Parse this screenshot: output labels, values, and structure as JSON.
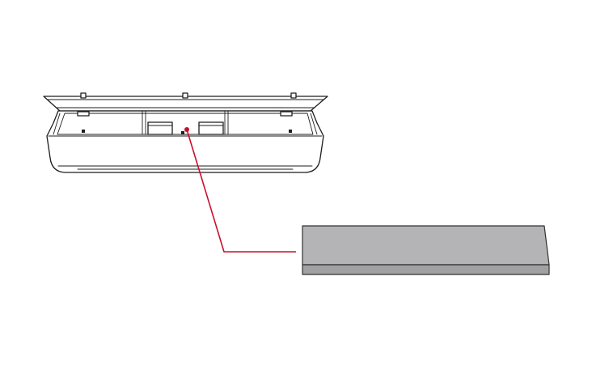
{
  "diagram": {
    "colors": {
      "line": "#1e1e1e",
      "leader": "#c8102e",
      "filter_top": "#b4b4b6",
      "filter_side": "#a1a1a3",
      "filter_edge": "#323232",
      "background": "#ffffff"
    },
    "parts": [
      {
        "name": "indoor-unit",
        "shown": true
      },
      {
        "name": "front-panel-open",
        "shown": true
      },
      {
        "name": "filter-slots",
        "shown": true
      },
      {
        "name": "air-filter",
        "shown": true
      }
    ]
  }
}
